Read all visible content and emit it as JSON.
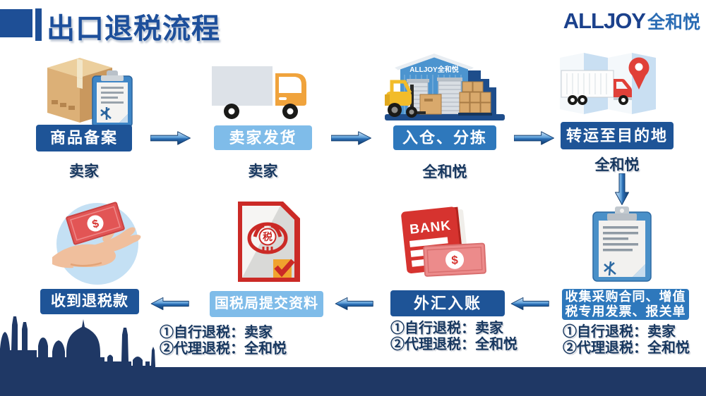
{
  "title": "出口退税流程",
  "logo": {
    "brand": "ALLJOY",
    "cn": "全和悦"
  },
  "colors": {
    "dark_label": "#1e5497",
    "medium_label": "#2e78bc",
    "light_label": "#7fbce9",
    "navy_band": "#1f3865",
    "title_blue": "#1d4f9b"
  },
  "steps": [
    {
      "label": "商品备案",
      "owner": "卖家",
      "icon": "package-clipboard"
    },
    {
      "label": "卖家发货",
      "owner": "卖家",
      "icon": "delivery-truck"
    },
    {
      "label": "入仓、分拣",
      "owner": "全和悦",
      "icon": "warehouse-forklift"
    },
    {
      "label": "转运至目的地",
      "owner": "全和悦",
      "icon": "map-truck-destination"
    },
    {
      "label_line1": "收集采购合同、增值",
      "label_line2": "税专用发票、报关单",
      "icon": "contract-documents",
      "notes": [
        "①自行退税：卖家",
        "②代理退税：全和悦"
      ]
    },
    {
      "label": "外汇入账",
      "icon": "bank-passbook-money",
      "notes": [
        "①自行退税：卖家",
        "②代理退税：全和悦"
      ]
    },
    {
      "label": "国税局提交资料",
      "icon": "tax-bureau-document",
      "notes": [
        "①自行退税：卖家",
        "②代理退税：全和悦"
      ]
    },
    {
      "label": "收到退税款",
      "icon": "hand-receiving-money"
    }
  ],
  "warehouse_sign": "ALLJOY全和悦",
  "bank_text": "BANK",
  "currency": "$",
  "tax_char": "税"
}
